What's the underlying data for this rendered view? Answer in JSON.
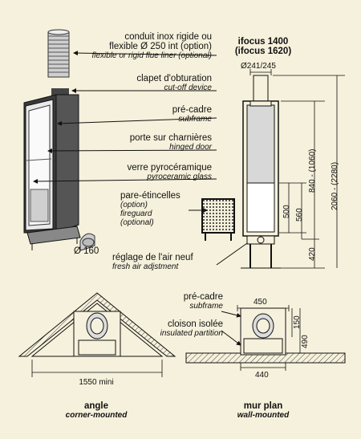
{
  "labels": {
    "flue": {
      "fr1": "conduit inox rigide ou",
      "fr2": "flexible Ø 250 int (option)",
      "en": "flexible or rigid flue liner (optional)"
    },
    "damper": {
      "fr": "clapet d'obturation",
      "en": "cut-off device"
    },
    "subframe": {
      "fr": "pré-cadre",
      "en": "subframe"
    },
    "door": {
      "fr": "porte sur charnières",
      "en": "hinged door"
    },
    "glass": {
      "fr": "verre pyrocéramique",
      "en": "pyroceramic glass"
    },
    "fireguard": {
      "fr": "pare-étincelles",
      "fr2": "(option)",
      "en1": "fireguard",
      "en2": "(optional)"
    },
    "air": {
      "fr": "réglage de l'air neuf",
      "en": "fresh air adjstment"
    },
    "inlet": "Ø 160"
  },
  "models": {
    "m1": "ifocus 1400",
    "m2": "(ifocus 1620)"
  },
  "dims": {
    "flue_diam": "Ø241/245",
    "d500": "500",
    "d560": "560",
    "d420": "420",
    "d840": "840 - (1060)",
    "d2060": "2060 - (2280)"
  },
  "corner": {
    "width": "1550 mini",
    "title": "angle",
    "subtitle": "corner-mounted"
  },
  "wall": {
    "subframe_fr": "pré-cadre",
    "subframe_en": "subframe",
    "partition_fr": "cloison isolée",
    "partition_en": "insulated partition",
    "w450": "450",
    "w440": "440",
    "d150": "150",
    "d490": "490",
    "title": "mur plan",
    "subtitle": "wall-mounted"
  }
}
